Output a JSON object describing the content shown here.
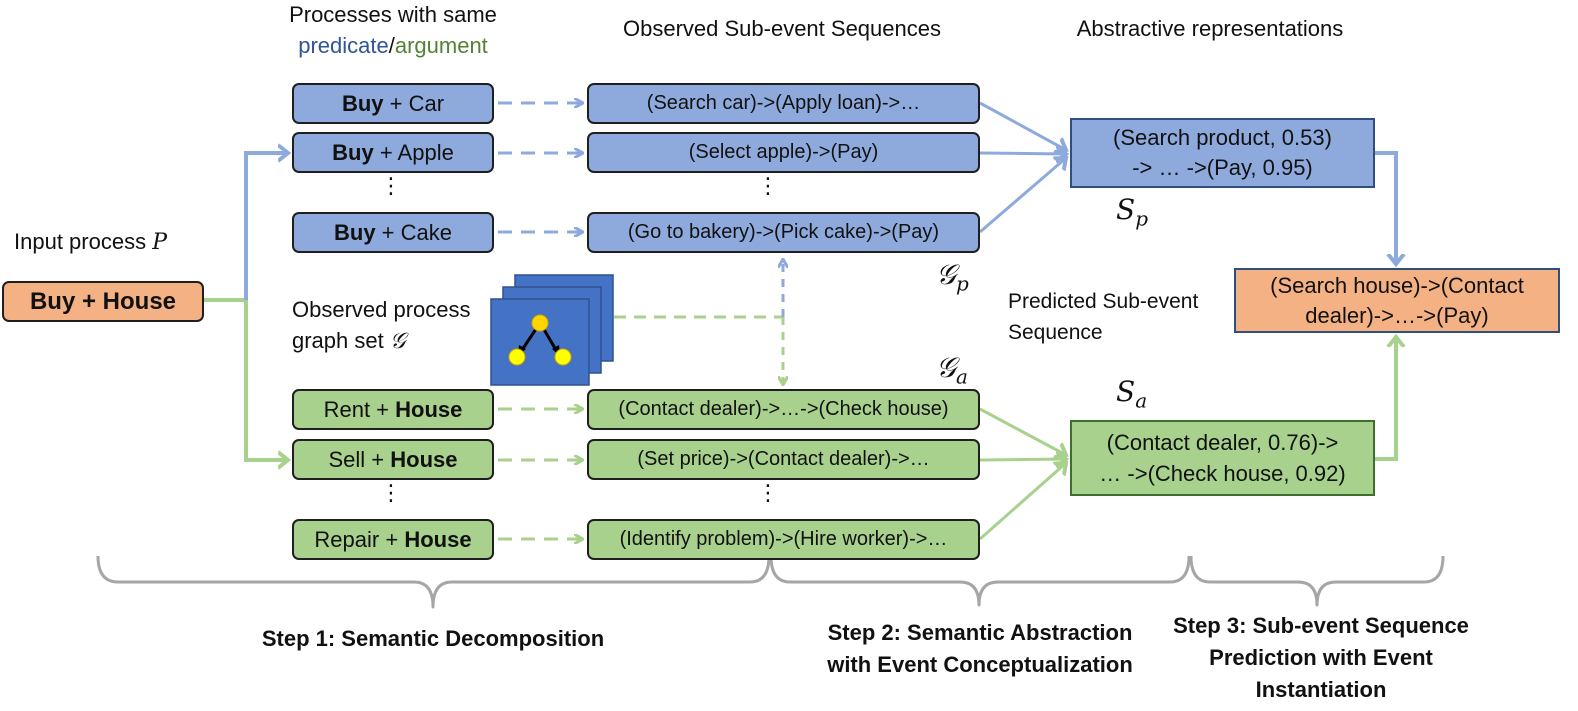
{
  "headers": {
    "processes_line1": "Processes with same",
    "processes_predicate": "predicate",
    "processes_slash": "/",
    "processes_argument": "argument",
    "observed": "Observed Sub-event Sequences",
    "abstractive": "Abstractive representations"
  },
  "input": {
    "label": "Input process ",
    "symbol": "P",
    "box": "Buy + House"
  },
  "predicate_processes": [
    {
      "bold": "Buy",
      "rest": " + Car"
    },
    {
      "bold": "Buy",
      "rest": " + Apple"
    },
    {
      "bold": "Buy",
      "rest": " + Cake"
    }
  ],
  "argument_processes": [
    {
      "plain": "Rent + ",
      "bold": "House"
    },
    {
      "plain": "Sell + ",
      "bold": "House"
    },
    {
      "plain": "Repair + ",
      "bold": "House"
    }
  ],
  "predicate_sequences": [
    "(Search car)->(Apply loan)->…",
    "(Select apple)->(Pay)",
    "(Go to bakery)->(Pick cake)->(Pay)"
  ],
  "argument_sequences": [
    "(Contact dealer)->…->(Check house)",
    "(Set price)->(Contact dealer)->…",
    "(Identify problem)->(Hire worker)->…"
  ],
  "graph_set": {
    "line1": "Observed process",
    "line2": "graph set ",
    "symbol": "𝒢"
  },
  "symbols": {
    "Gp_main": "𝒢",
    "Gp_sub": "p",
    "Ga_main": "𝒢",
    "Ga_sub": "a",
    "Sp_main": "S",
    "Sp_sub": "p",
    "Sa_main": "S",
    "Sa_sub": "a"
  },
  "abstract_predicate": {
    "line1": "(Search product, 0.53)",
    "line2": "-> … ->(Pay, 0.95)"
  },
  "abstract_argument": {
    "line1": "(Contact dealer, 0.76)->",
    "line2": "… ->(Check house, 0.92)"
  },
  "predicted": {
    "label_line1": "Predicted Sub-event",
    "label_line2": "Sequence",
    "line1": "(Search house)->(Contact",
    "line2": "dealer)->…->(Pay)"
  },
  "steps": {
    "step1": "Step 1: Semantic Decomposition",
    "step2_line1": "Step 2: Semantic Abstraction",
    "step2_line2": "with Event Conceptualization",
    "step3_line1": "Step 3: Sub-event Sequence",
    "step3_line2": "Prediction with Event",
    "step3_line3": "Instantiation"
  },
  "colors": {
    "predicate_blue": "#8eaadc",
    "argument_green": "#a9d18e",
    "input_orange": "#f4b183",
    "blue_arrow": "#8eaadc",
    "green_arrow": "#a9d18e",
    "predicate_text": "#2f5597",
    "argument_text": "#548235",
    "brace_gray": "#a6a6a6",
    "graph_blue": "#4472c4",
    "node_yellow": "#ffd700"
  }
}
